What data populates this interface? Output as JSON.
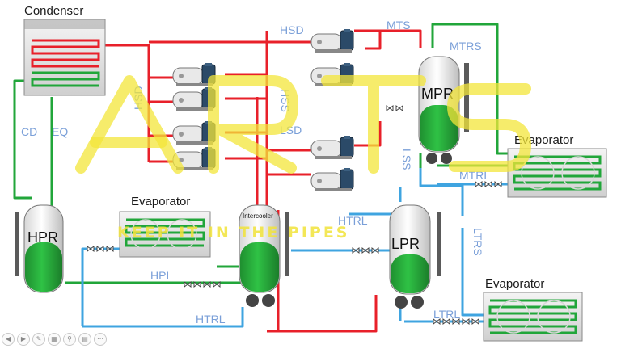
{
  "components": {
    "condenser": "Condenser",
    "evaporator_center": "Evaporator",
    "evaporator_right_top": "Evaporator",
    "evaporator_right_bottom": "Evaporator",
    "hpr": "HPR",
    "mpr": "MPR",
    "lpr": "LPR",
    "intercooler": "Intercooler"
  },
  "pipe_labels": {
    "hsd_left": "HSD",
    "hsd_top": "HSD",
    "mts": "MTS",
    "mtrs": "MTRS",
    "hss": "HSS",
    "lsd": "LSD",
    "lss": "LSS",
    "cd": "CD",
    "eq": "EQ",
    "mtrl": "MTRL",
    "htrl_mid": "HTRL",
    "ltrs": "LTRS",
    "hpl": "HPL",
    "htrl_bottom": "HTRL",
    "ltrl": "LTRL"
  },
  "watermark": {
    "logo": "ARTS",
    "tagline": "KEEP IT IN THE PIPES"
  },
  "colors": {
    "hot_gas": "#e8202a",
    "liquid": "#21a63a",
    "suction": "#3fa4e0",
    "watermark": "#f3e53a"
  },
  "toolbar_icons": [
    "prev-icon",
    "next-icon",
    "pen-icon",
    "slides-icon",
    "zoom-icon",
    "subtitle-icon",
    "more-icon"
  ]
}
